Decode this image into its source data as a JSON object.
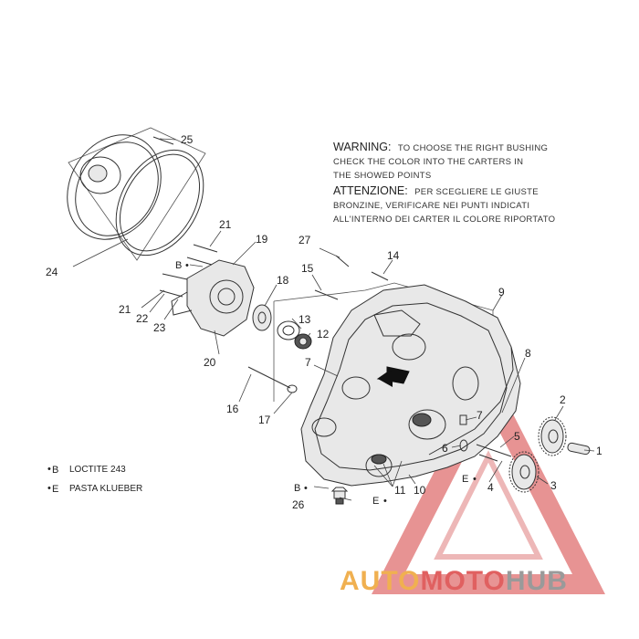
{
  "warning": {
    "en_head": "WARNING:",
    "en_line1": "TO CHOOSE THE RIGHT BUSHING",
    "en_line2": "CHECK THE COLOR INTO THE CARTERS IN",
    "en_line3": "THE SHOWED POINTS",
    "it_head": "ATTENZIONE:",
    "it_line1": "PER SCEGLIERE LE GIUSTE",
    "it_line2": "BRONZINE, VERIFICARE NEI PUNTI INDICATI",
    "it_line3": "ALL'INTERNO DEI CARTER IL COLORE RIPORTATO"
  },
  "legend": [
    {
      "symbol": "B",
      "text": "LOCTITE 243"
    },
    {
      "symbol": "E",
      "text": "PASTA KLUEBER"
    }
  ],
  "callouts": {
    "n1": "1",
    "n2": "2",
    "n3": "3",
    "n4": "4",
    "n5": "5",
    "n6": "6",
    "n7a": "7",
    "n7b": "7",
    "n8": "8",
    "n9": "9",
    "n10": "10",
    "n11": "11",
    "n12": "12",
    "n13": "13",
    "n14": "14",
    "n15": "15",
    "n16": "16",
    "n17": "17",
    "n18": "18",
    "n19": "19",
    "n20": "20",
    "n21a": "21",
    "n21b": "21",
    "n22": "22",
    "n23": "23",
    "n24": "24",
    "n25": "25",
    "n26": "26",
    "n27": "27"
  },
  "markers": {
    "b1": "B",
    "b2": "B",
    "e1": "E",
    "e2": "E"
  },
  "watermark": {
    "part1": "AUTO",
    "part2": "MOTO",
    "part3": "HUB",
    "color_red": "#e06060",
    "color_orange": "#f0b050",
    "color_gray": "#9a9a9a"
  }
}
